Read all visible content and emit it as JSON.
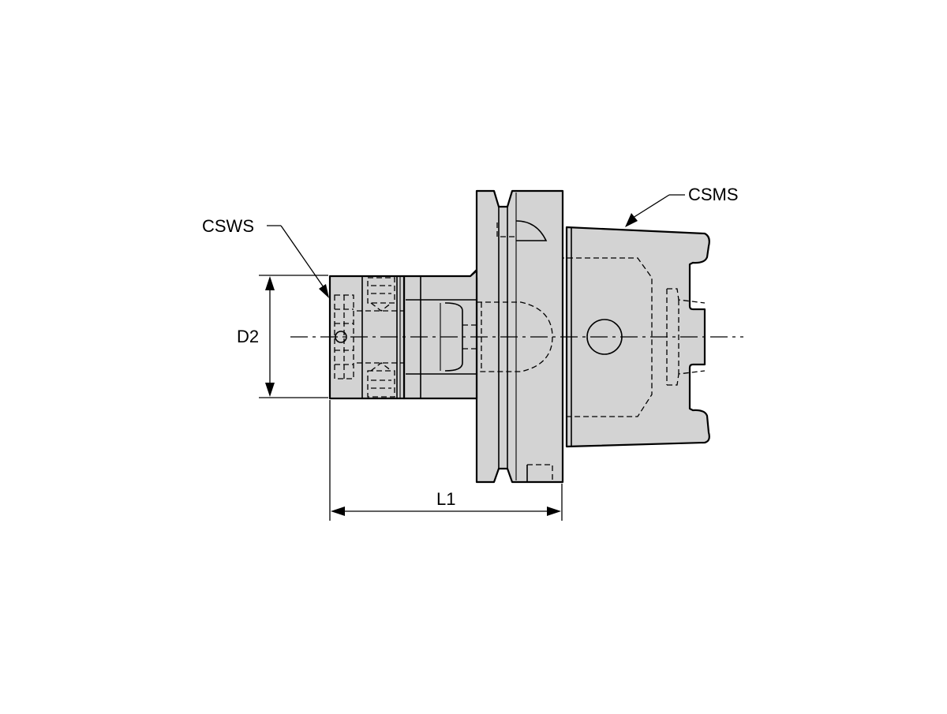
{
  "labels": {
    "csws": "CSWS",
    "csms": "CSMS",
    "d2": "D2",
    "l1": "L1"
  }
}
